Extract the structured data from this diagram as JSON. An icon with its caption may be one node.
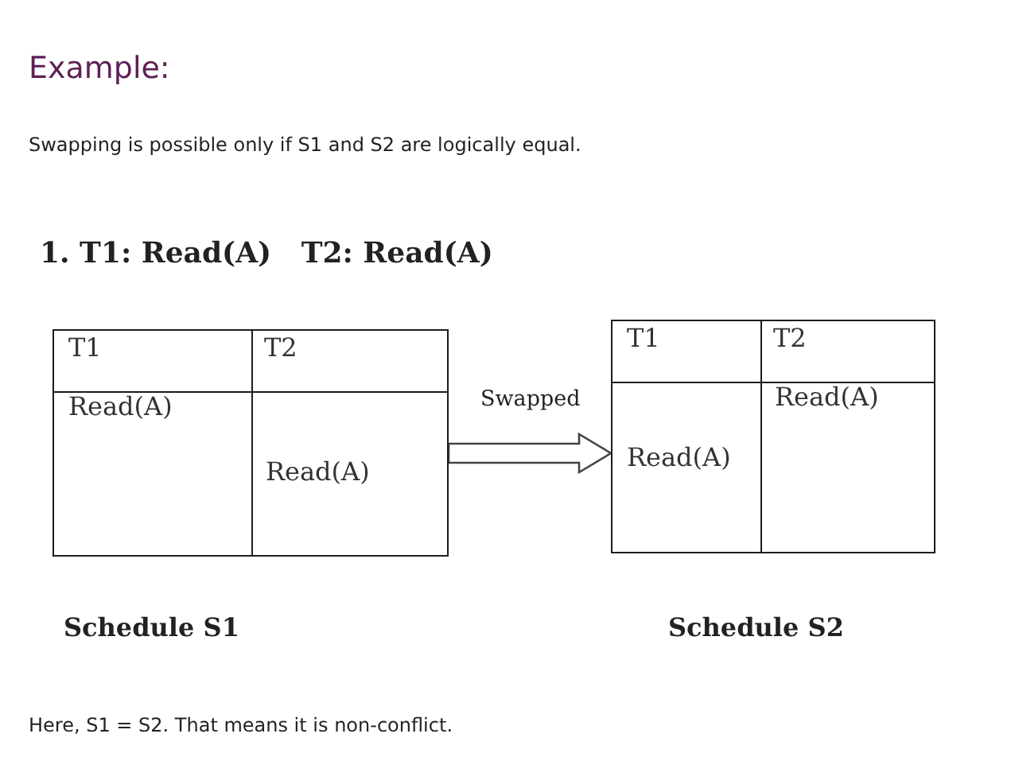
{
  "diagram": {
    "title": "Example:",
    "nodes": [
      {
        "text": [
          "T1",
          "T2",
          "Read(A)",
          "Read(A)"
        ],
        "beside": [
          "Schedule S1"
        ]
      },
      {
        "text": [
          "T1",
          "T2",
          "Read(A)",
          "Read(A)"
        ],
        "beside": [
          "Schedule S2"
        ]
      }
    ],
    "edges": [
      {
        "from": 0,
        "to": 1,
        "arrow": "to",
        "label": "Swapped"
      }
    ],
    "labels": [
      "Swapping is possible only if S1 and S2 are logically equal.",
      "1. T1: Read(A)   T2: Read(A)",
      "Here, S1 = S2. That means it is non-conflict."
    ]
  }
}
